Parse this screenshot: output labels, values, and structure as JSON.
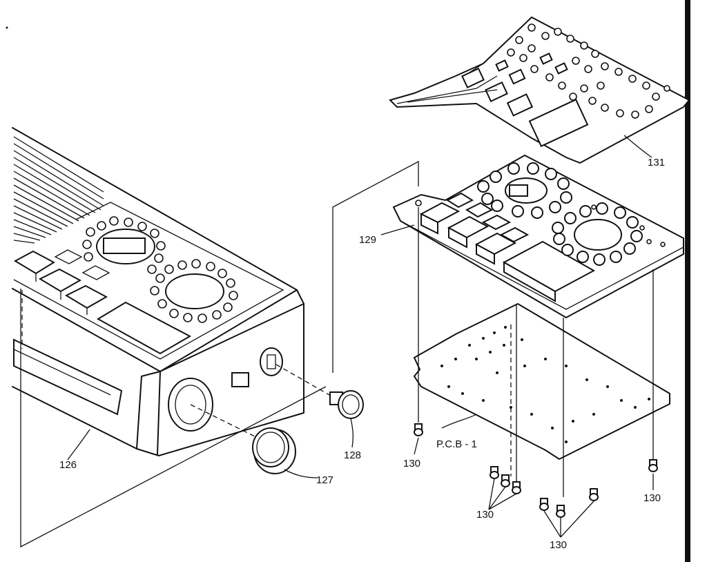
{
  "callouts": {
    "housing": "126",
    "large_knob": "127",
    "small_knob": "128",
    "control_board": "129",
    "screws": "130",
    "top_plate": "131",
    "pcb": "P.C.B - 1"
  }
}
